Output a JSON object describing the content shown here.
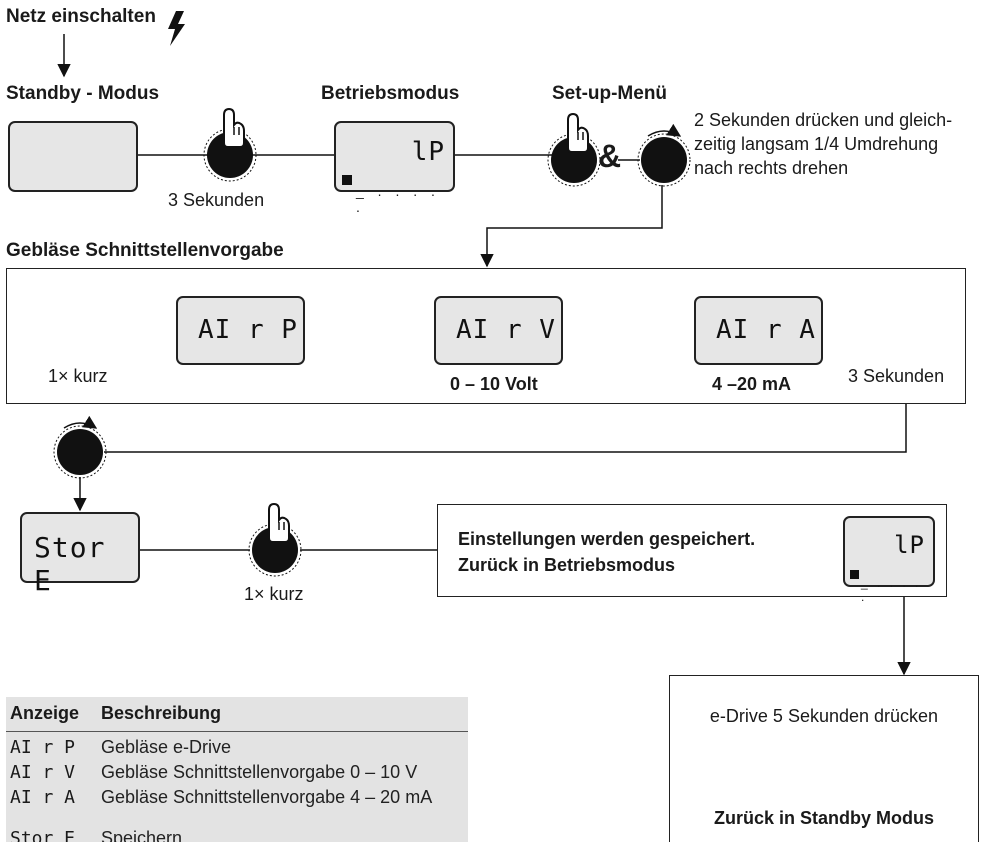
{
  "power_on": "Netz einschalten",
  "standby_label": "Standby - Modus",
  "operating_label": "Betriebsmodus",
  "setup_label": "Set-up-Menü",
  "three_seconds": "3 Sekunden",
  "ampersand": "&",
  "setup_instruction": [
    "2 Sekunden drücken und gleich-",
    "zeitig langsam 1/4 Umdrehung",
    "nach rechts drehen"
  ],
  "section_title": "Gebläse Schnittstellenvorgabe",
  "once_short": "1× kurz",
  "lcd_operating": "lP",
  "lcd_airp": "AI r P",
  "lcd_airv": "AI r V",
  "lcd_aira": "AI r A",
  "lcd_store": "Stor E",
  "caption_volt": "0 – 10 Volt",
  "caption_ma": "4 –20 mA",
  "three_seconds_2": "3 Sekunden",
  "once_short_2": "1× kurz",
  "saved_line1": "Einstellungen werden gespeichert.",
  "saved_line2": "Zurück in Betriebsmodus",
  "edrive_press": "e-Drive 5 Sekunden drücken",
  "back_standby": "Zurück in Standby Modus",
  "legend": {
    "col_display": "Anzeige",
    "col_description": "Beschreibung",
    "rows": [
      {
        "code": "AI r P",
        "text": "Gebläse e-Drive"
      },
      {
        "code": "AI r V",
        "text": "Gebläse Schnittstellenvorgabe 0 – 10 V"
      },
      {
        "code": "AI r A",
        "text": "Gebläse Schnittstellenvorgabe 4 – 20 mA"
      },
      {
        "code": "Stor E",
        "text": "Speichern"
      }
    ]
  }
}
